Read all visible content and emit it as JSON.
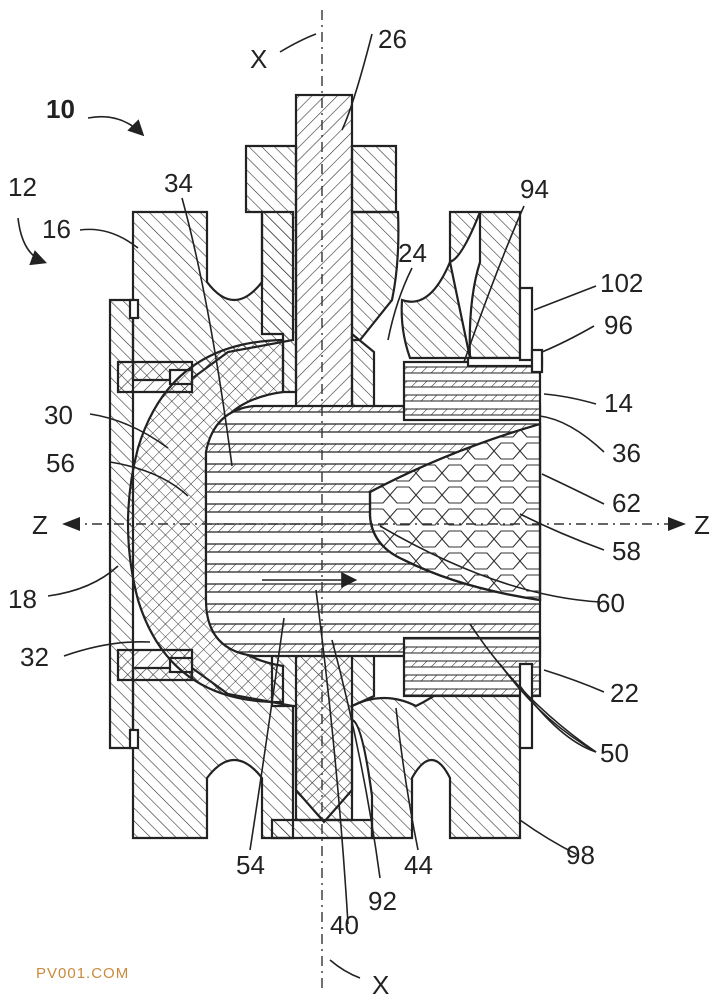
{
  "drawing": {
    "labels": {
      "l10": "10",
      "l12": "12",
      "l14": "14",
      "l16": "16",
      "l18": "18",
      "l22": "22",
      "l24": "24",
      "l26": "26",
      "l30": "30",
      "l32": "32",
      "l34": "34",
      "l36": "36",
      "l40": "40",
      "l44": "44",
      "l50": "50",
      "l54": "54",
      "l56": "56",
      "l58": "58",
      "l60": "60",
      "l62": "62",
      "l92": "92",
      "l94": "94",
      "l96": "96",
      "l98": "98",
      "l102": "102"
    },
    "axes": {
      "x_top": "X",
      "x_bottom": "X",
      "z_left": "Z",
      "z_right": "Z"
    },
    "watermark": "PV001.COM"
  }
}
